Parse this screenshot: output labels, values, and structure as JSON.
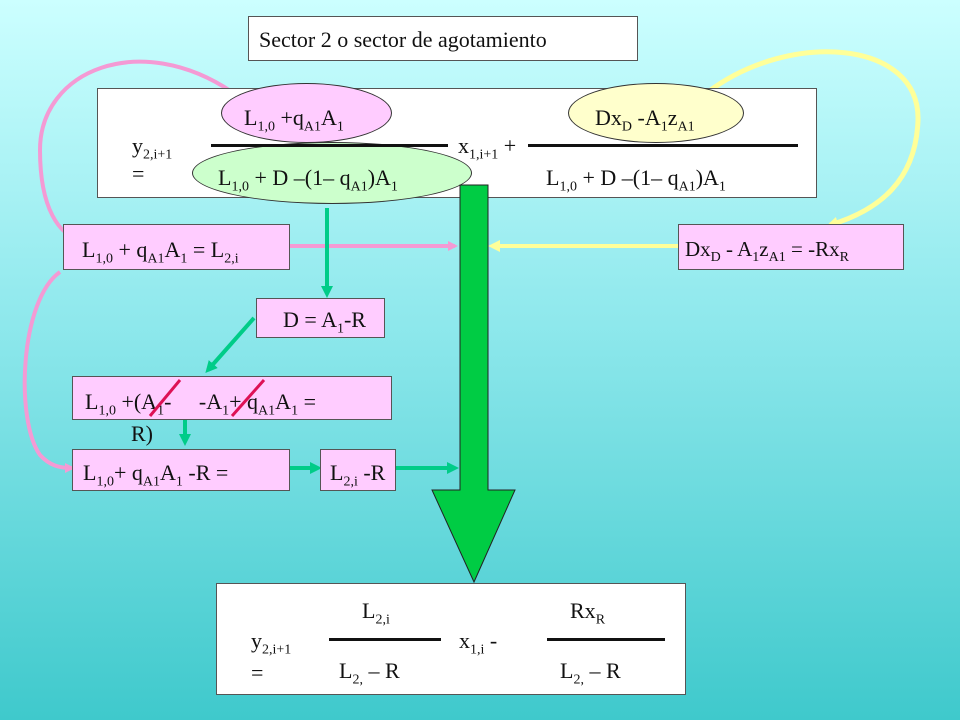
{
  "title": "Sector 2 o sector de agotamiento",
  "top_equation": {
    "lhs_y": "y",
    "lhs_y_sub": "2,i+1",
    "lhs_eq": "=",
    "num1_L": "L",
    "num1_L_sub": "1,0",
    "num1_plus_q": "+q",
    "num1_q_sub": "A1",
    "num1_A": "A",
    "num1_A_sub": "1",
    "den1_L": "L",
    "den1_L_sub": "1,0",
    "den1_mid": "+ D  –(1– q",
    "den1_q_sub": "A1",
    "den1_close": ")A",
    "den1_A_sub": "1",
    "mid_x": "x",
    "mid_x_sub": "1,i+1",
    "mid_plus": "+",
    "num2_Dx": "Dx",
    "num2_D_sub": "D",
    "num2_minus_A": "-A",
    "num2_A_sub": "1",
    "num2_z": "z",
    "num2_z_sub": "A1",
    "den2_L": "L",
    "den2_L_sub": "1,0",
    "den2_mid": "+ D  –(1– q",
    "den2_q_sub": "A1",
    "den2_close": ")A",
    "den2_A_sub": "1"
  },
  "left_box": {
    "L": "L",
    "L_sub": "1,0",
    "plus_q": " + q",
    "q_sub": "A1",
    "A": "A",
    "A_sub": "1",
    "eq": " =  L",
    "L2_sub": "2,i"
  },
  "right_box": {
    "Dx": "Dx",
    "D_sub": "D",
    "minus_A": " - A",
    "A_sub": "1",
    "z": "z",
    "z_sub": "A1",
    "eq": " = -Rx",
    "R_sub": "R"
  },
  "d_box": {
    "text1": "D = A",
    "A_sub": "1",
    "text2": "-R"
  },
  "sub_box": {
    "L": "L",
    "L_sub": "1,0",
    "p1": " +(A",
    "A1_sub": "1",
    "p2": "-",
    "p3": " -A",
    "A2_sub": "1",
    "p4": "+ q",
    "q_sub": "A1",
    "A": "A",
    "A3_sub": "1",
    "eq": " =",
    "line2": "R)"
  },
  "bottom_left_box": {
    "L": "L",
    "L_sub": "1,0",
    "plus_q": "+ q",
    "q_sub": "A1",
    "A": "A",
    "A_sub": "1",
    "rest": " -R ="
  },
  "bottom_mid_box": {
    "L": "L",
    "L_sub": "2,i",
    "rest": " -R"
  },
  "final_equation": {
    "lhs_y": "y",
    "lhs_y_sub": "2,i+1",
    "lhs_eq": "=",
    "num1_L": "L",
    "num1_L_sub": "2,i",
    "den1_L": "L",
    "den1_L_sub": "2,",
    "den1_rest": "  – R",
    "mid_x": "x",
    "mid_x_sub": "1,i",
    "mid_minus": "-",
    "num2_Rx": "Rx",
    "num2_R_sub": "R",
    "den2_L": "L",
    "den2_L_sub": "2,",
    "den2_rest": "  – R"
  },
  "colors": {
    "pink_arrow": "#f49ad4",
    "yellow_arrow": "#ffff99",
    "green_arrow": "#00cc88",
    "big_arrow": "#00cc44",
    "pink_ellipse": "#ffccff",
    "yellow_ellipse": "#ffffcc",
    "green_ellipse": "#ccffcc",
    "cross_mark": "#dd1155"
  }
}
